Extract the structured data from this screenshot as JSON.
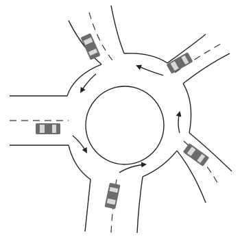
{
  "diagram": {
    "type": "roundabout",
    "approach_roads": 5,
    "vehicles": 5,
    "flow_arrows": 5,
    "colors": {
      "background": "#ffffff",
      "road_edge": "#222222",
      "lane_marking": "#333333",
      "vehicle_body": "#6b6b6b",
      "vehicle_glass": "#d9d9d9",
      "arrow": "#222222"
    }
  }
}
